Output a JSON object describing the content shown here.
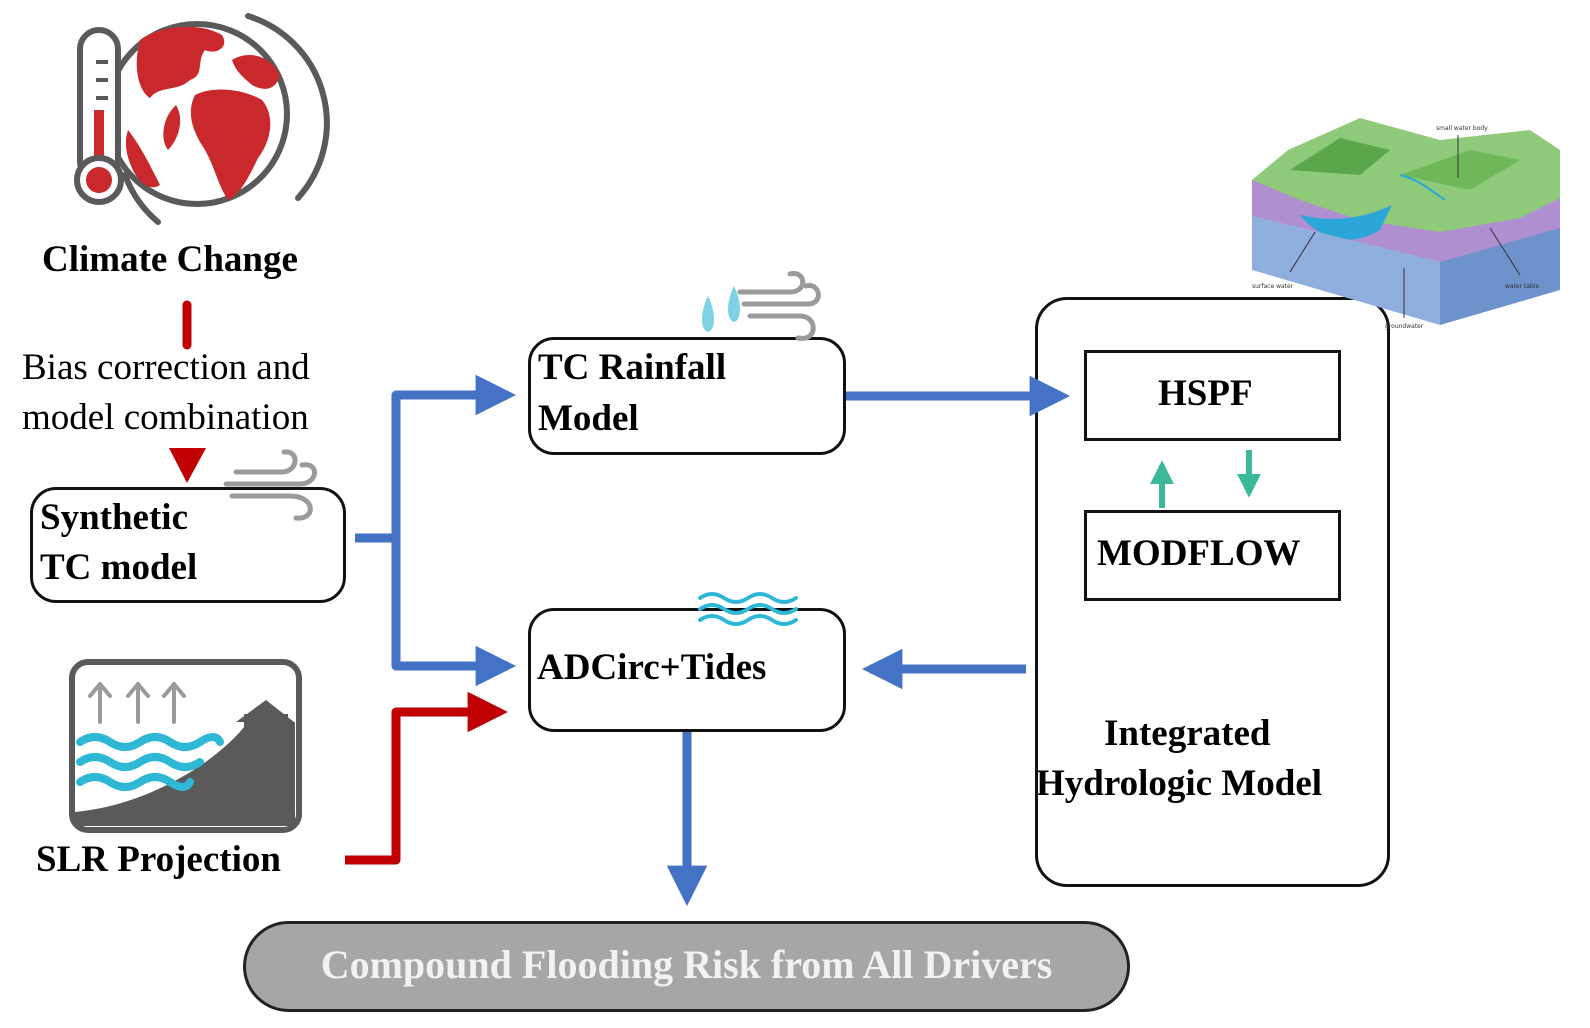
{
  "colors": {
    "red": "#c00000",
    "blue": "#4472c4",
    "teal": "#3cb89a",
    "gray_icon": "#5a5a5a",
    "wave": "#2eb8d6",
    "final_fill": "#a6a6a6",
    "final_text": "#f2f2f2"
  },
  "climate": {
    "label": "Climate Change",
    "icon": "thermometer-globe-icon"
  },
  "bias": {
    "line1": "Bias correction and",
    "line2": "model combination"
  },
  "synthetic": {
    "line1": "Synthetic",
    "line2": "TC model",
    "icon": "wind-icon"
  },
  "slr": {
    "label": "SLR Projection",
    "icon": "sea-level-rise-icon"
  },
  "tc_rainfall": {
    "line1": "TC Rainfall",
    "line2": "Model",
    "icon": "rain-wind-icon"
  },
  "adcirc": {
    "label": "ADCirc+Tides",
    "icon": "waves-icon"
  },
  "hspf": {
    "label": "HSPF"
  },
  "modflow": {
    "label": "MODFLOW"
  },
  "integrated": {
    "line1": "Integrated",
    "line2": "Hydrologic Model"
  },
  "watershed": {
    "icon": "watershed-cross-section-icon",
    "labels": [
      "small water body",
      "surface water",
      "water table",
      "groundwater"
    ]
  },
  "final": {
    "label": "Compound Flooding Risk from All Drivers"
  }
}
